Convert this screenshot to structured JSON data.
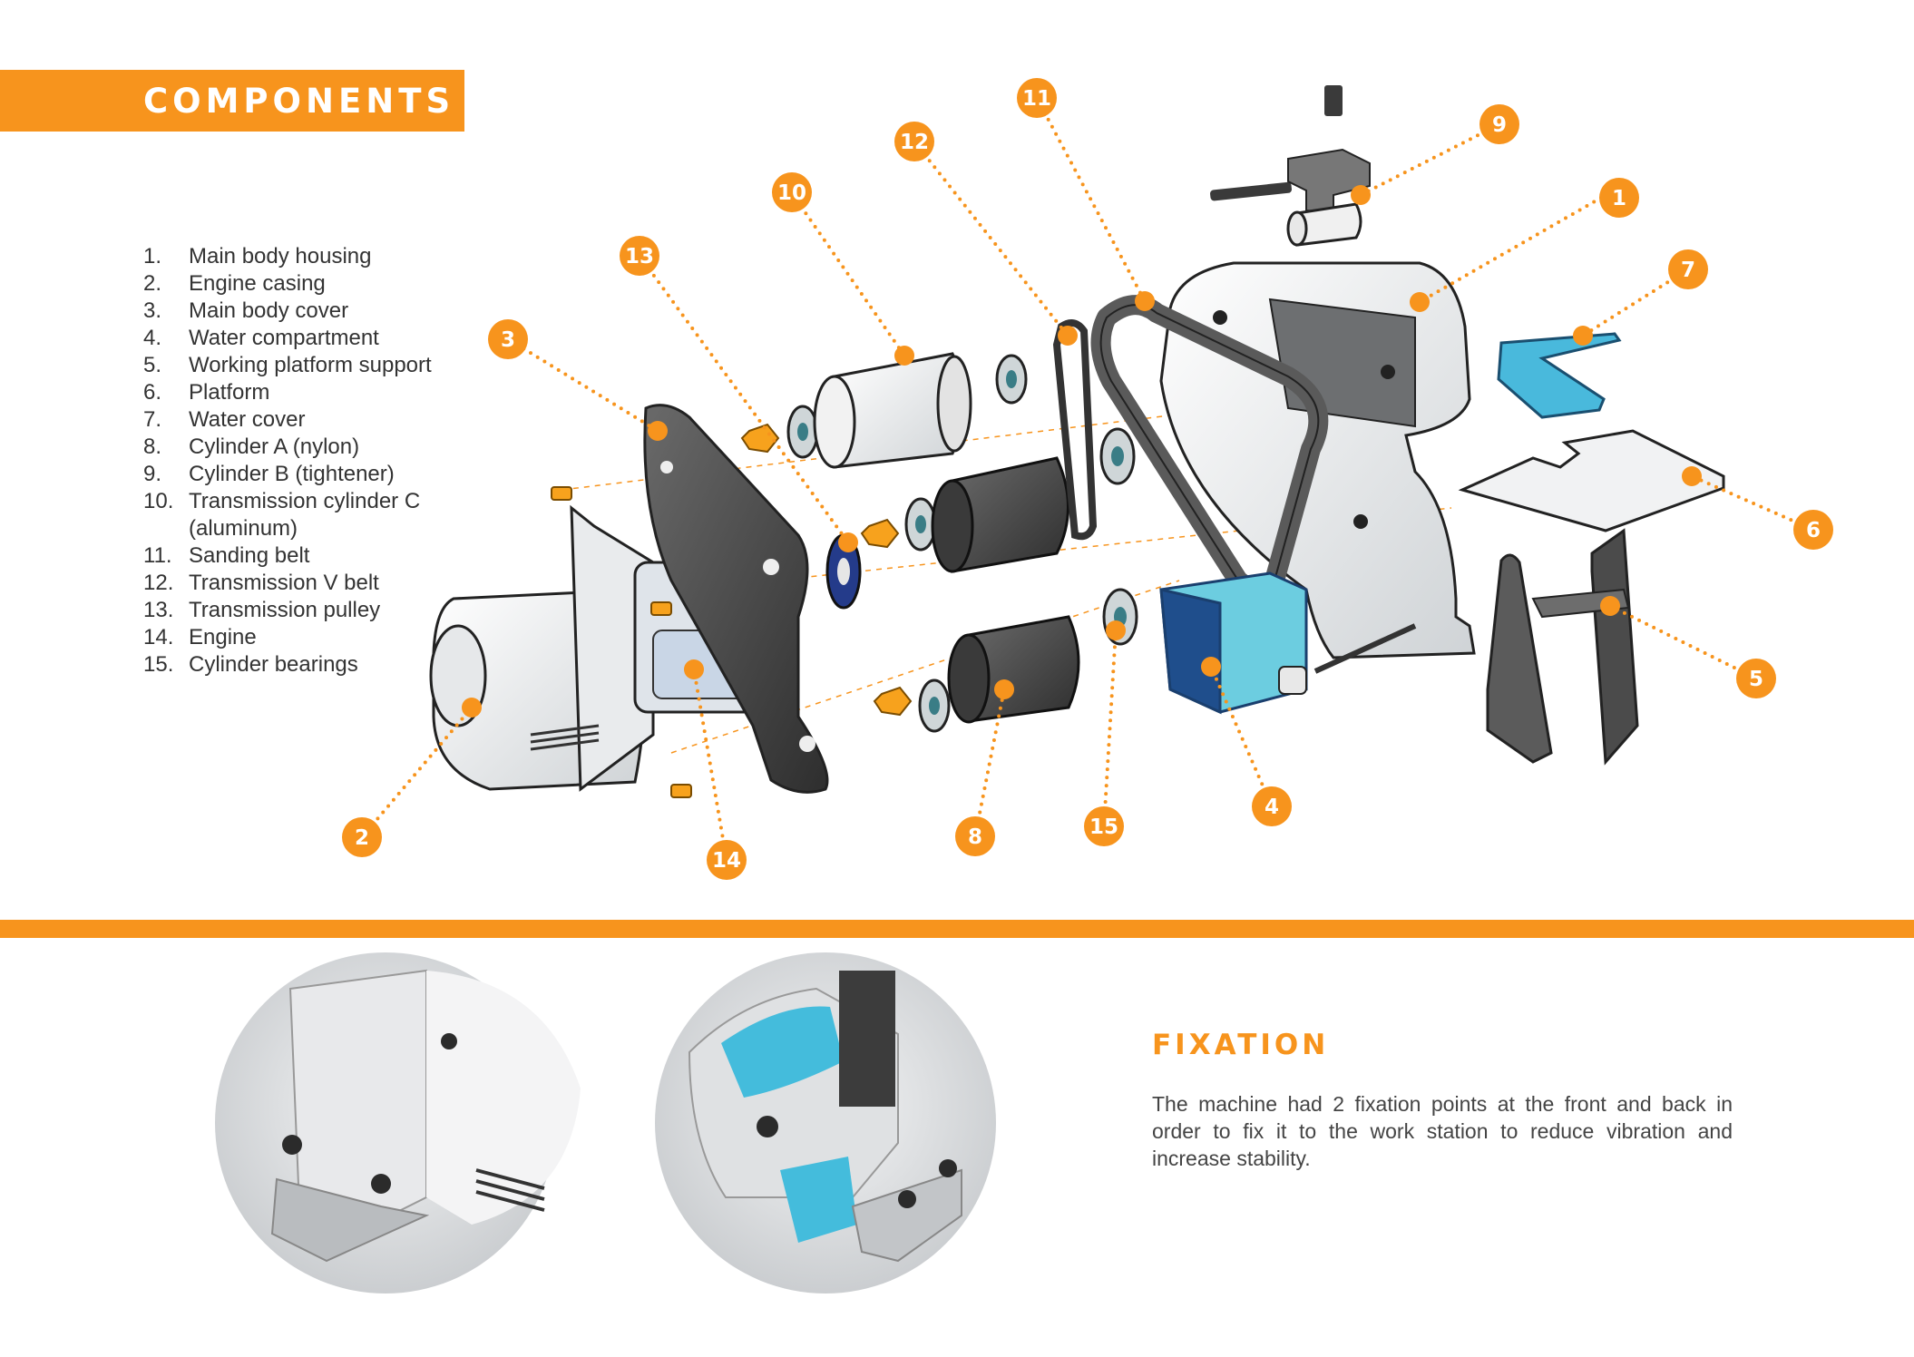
{
  "header": {
    "title": "COMPONENTS"
  },
  "components": [
    {
      "num": "1.",
      "label": "Main body housing"
    },
    {
      "num": "2.",
      "label": "Engine casing"
    },
    {
      "num": "3.",
      "label": "Main body cover"
    },
    {
      "num": "4.",
      "label": "Water compartment"
    },
    {
      "num": "5.",
      "label": "Working platform support"
    },
    {
      "num": "6.",
      "label": "Platform"
    },
    {
      "num": "7.",
      "label": "Water cover"
    },
    {
      "num": "8.",
      "label": "Cylinder A (nylon)"
    },
    {
      "num": "9.",
      "label": "Cylinder B (tightener)"
    },
    {
      "num": "10.",
      "label": "Transmission cylinder C"
    },
    {
      "num": "",
      "label": "(aluminum)"
    },
    {
      "num": "11.",
      "label": "Sanding belt"
    },
    {
      "num": "12.",
      "label": "Transmission V belt"
    },
    {
      "num": "13.",
      "label": "Transmission pulley"
    },
    {
      "num": "14.",
      "label": "Engine"
    },
    {
      "num": "15.",
      "label": "Cylinder bearings"
    }
  ],
  "callouts": [
    "1",
    "2",
    "3",
    "4",
    "5",
    "6",
    "7",
    "8",
    "9",
    "10",
    "11",
    "12",
    "13",
    "14",
    "15"
  ],
  "fixation": {
    "title": "FIXATION",
    "body": "The machine had 2 fixation points at the front and back in order to fix it to the work station to reduce vibration and increase stability."
  },
  "colors": {
    "accent": "#f7941d",
    "dark_part": "#505050",
    "water": "#6ccde0",
    "water_dark": "#1f4e8c"
  }
}
